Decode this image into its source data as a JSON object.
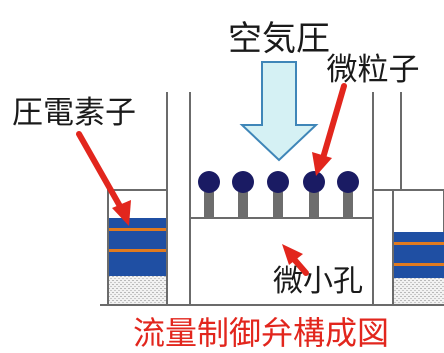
{
  "labels": {
    "air_pressure": "空気圧",
    "particles": "微粒子",
    "piezo": "圧電素子",
    "micro_hole": "微小孔",
    "caption": "流量制御弁構成図"
  },
  "colors": {
    "caption_red": "#e2261d",
    "arrow_red": "#e2261d",
    "arrow_blue_fill": "#d5f1f4",
    "arrow_blue_stroke": "#3f86b8",
    "particle_navy": "#1a1b63",
    "stem_gray": "#6d6d6d",
    "layer_blue": "#1f4fa3",
    "layer_orange": "#e07a1f",
    "wall_gray": "#6b6b6b"
  }
}
